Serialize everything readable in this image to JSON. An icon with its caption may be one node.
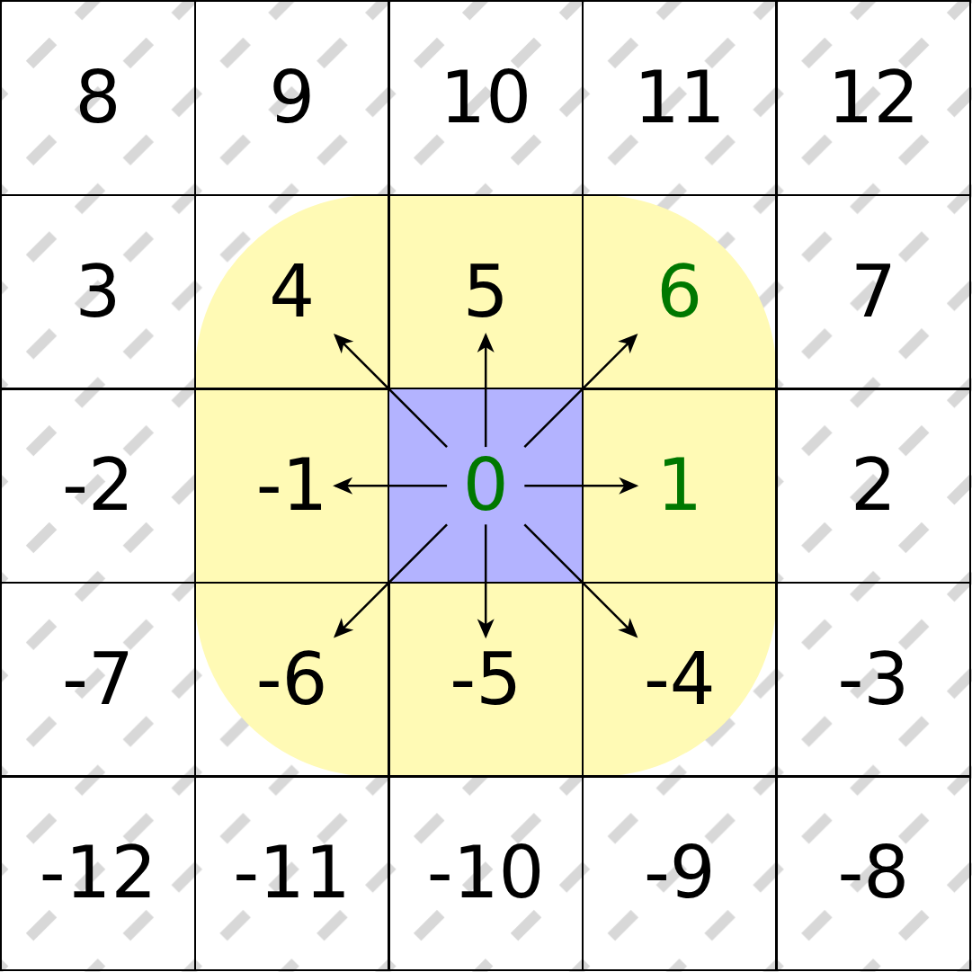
{
  "diagram": {
    "nodes": [
      {
        "text": [
          "8"
        ]
      },
      {
        "text": [
          "9"
        ]
      },
      {
        "text": [
          "10"
        ]
      },
      {
        "text": [
          "11"
        ]
      },
      {
        "text": [
          "12"
        ]
      },
      {
        "text": [
          "3"
        ]
      },
      {
        "text": [
          "4"
        ]
      },
      {
        "text": [
          "5"
        ]
      },
      {
        "text": [
          "6"
        ]
      },
      {
        "text": [
          "7"
        ]
      },
      {
        "text": [
          "-2"
        ]
      },
      {
        "text": [
          "-1"
        ]
      },
      {
        "text": [
          "0"
        ]
      },
      {
        "text": [
          "1"
        ]
      },
      {
        "text": [
          "2"
        ]
      },
      {
        "text": [
          "-7"
        ]
      },
      {
        "text": [
          "-6"
        ]
      },
      {
        "text": [
          "-5"
        ]
      },
      {
        "text": [
          "-4"
        ]
      },
      {
        "text": [
          "-3"
        ]
      },
      {
        "text": [
          "-12"
        ]
      },
      {
        "text": [
          "-11"
        ]
      },
      {
        "text": [
          "-10"
        ]
      },
      {
        "text": [
          "-9"
        ]
      },
      {
        "text": [
          "-8"
        ]
      }
    ],
    "edges": [
      {
        "from": 12,
        "to": 6,
        "arrow": "to"
      },
      {
        "from": 12,
        "to": 7,
        "arrow": "to"
      },
      {
        "from": 12,
        "to": 8,
        "arrow": "to"
      },
      {
        "from": 12,
        "to": 11,
        "arrow": "to"
      },
      {
        "from": 12,
        "to": 13,
        "arrow": "to"
      },
      {
        "from": 12,
        "to": 16,
        "arrow": "to"
      },
      {
        "from": 12,
        "to": 17,
        "arrow": "to"
      },
      {
        "from": 12,
        "to": 18,
        "arrow": "to"
      }
    ]
  }
}
